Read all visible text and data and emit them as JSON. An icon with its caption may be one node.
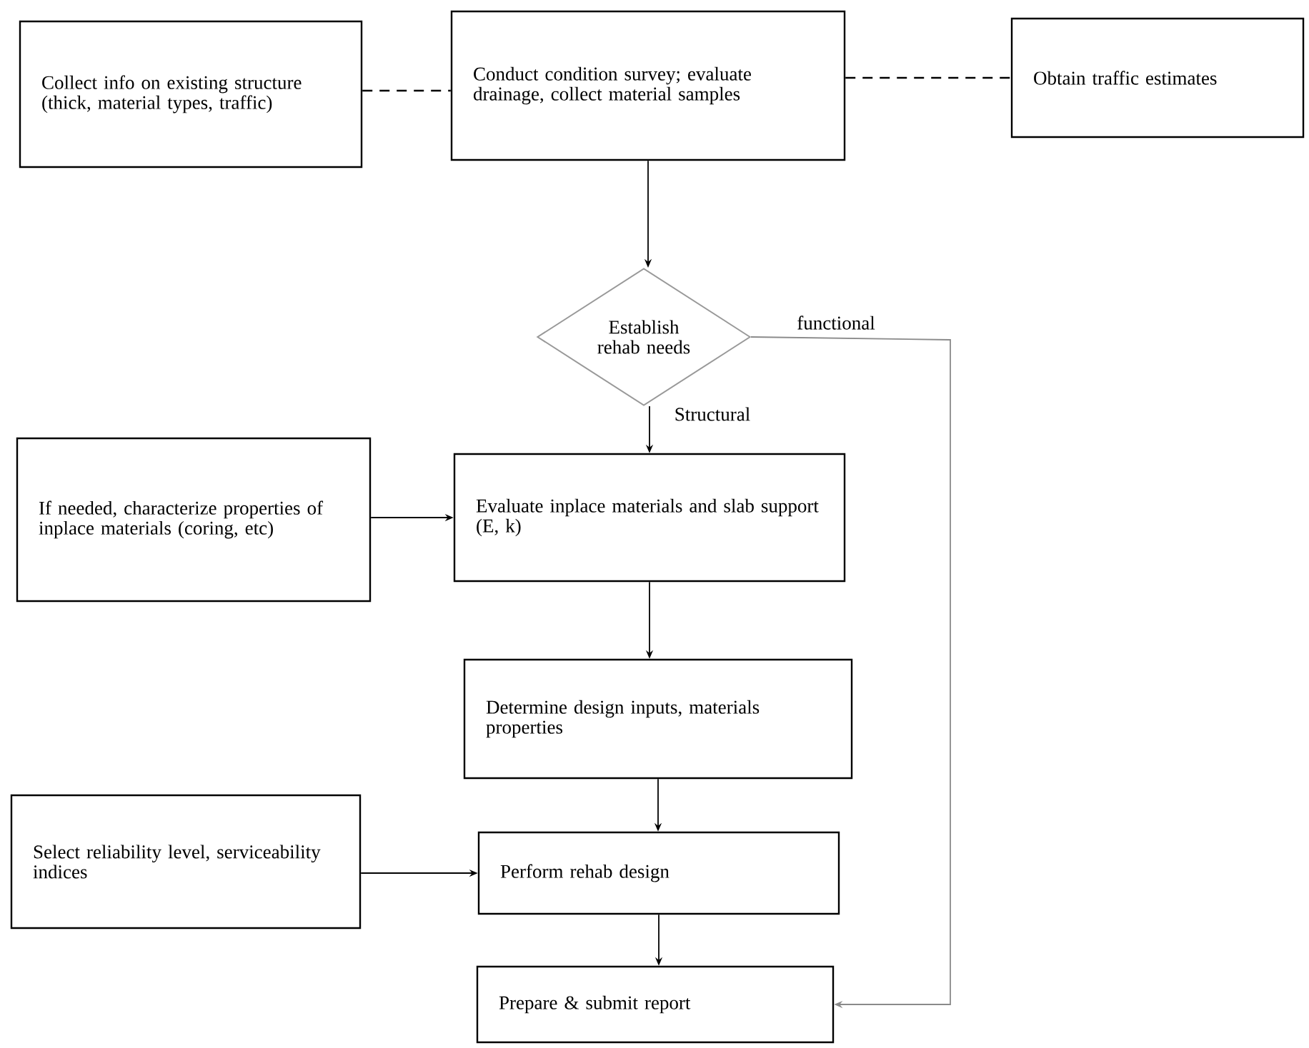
{
  "diagram": {
    "nodes": [
      {
        "text": [
          "Collect info on existing structure (thick, material types, traffic)"
        ]
      },
      {
        "text": [
          "Conduct condition survey; evaluate drainage, collect material  samples"
        ]
      },
      {
        "text": [
          "Obtain traffic estimates"
        ]
      },
      {
        "text": [
          "Establish rehab needs"
        ]
      },
      {
        "text": [
          "If needed, characterize properties of inplace materials (coring, etc)"
        ]
      },
      {
        "text": [
          "Evaluate inplace materials and slab support (E, k)"
        ]
      },
      {
        "text": [
          "Determine design  inputs, materials properties"
        ]
      },
      {
        "text": [
          "Select reliability level, serviceability indices"
        ]
      },
      {
        "text": [
          "Perform rehab design"
        ]
      },
      {
        "text": [
          "Prepare & submit report"
        ]
      }
    ],
    "edges": [
      {
        "from": 0,
        "to": 1,
        "arrow": "none",
        "style": "dashed"
      },
      {
        "from": 1,
        "to": 2,
        "arrow": "none",
        "style": "dashed"
      },
      {
        "from": 1,
        "to": 3,
        "arrow": "to"
      },
      {
        "from": 3,
        "to": 5,
        "arrow": "to",
        "label": "Structural"
      },
      {
        "from": 3,
        "to": 9,
        "arrow": "to",
        "label": "functional",
        "color": "#8a8a8a"
      },
      {
        "from": 4,
        "to": 5,
        "arrow": "to"
      },
      {
        "from": 5,
        "to": 6,
        "arrow": "to"
      },
      {
        "from": 6,
        "to": 8,
        "arrow": "to"
      },
      {
        "from": 7,
        "to": 8,
        "arrow": "to"
      },
      {
        "from": 8,
        "to": 9,
        "arrow": "to"
      }
    ]
  }
}
